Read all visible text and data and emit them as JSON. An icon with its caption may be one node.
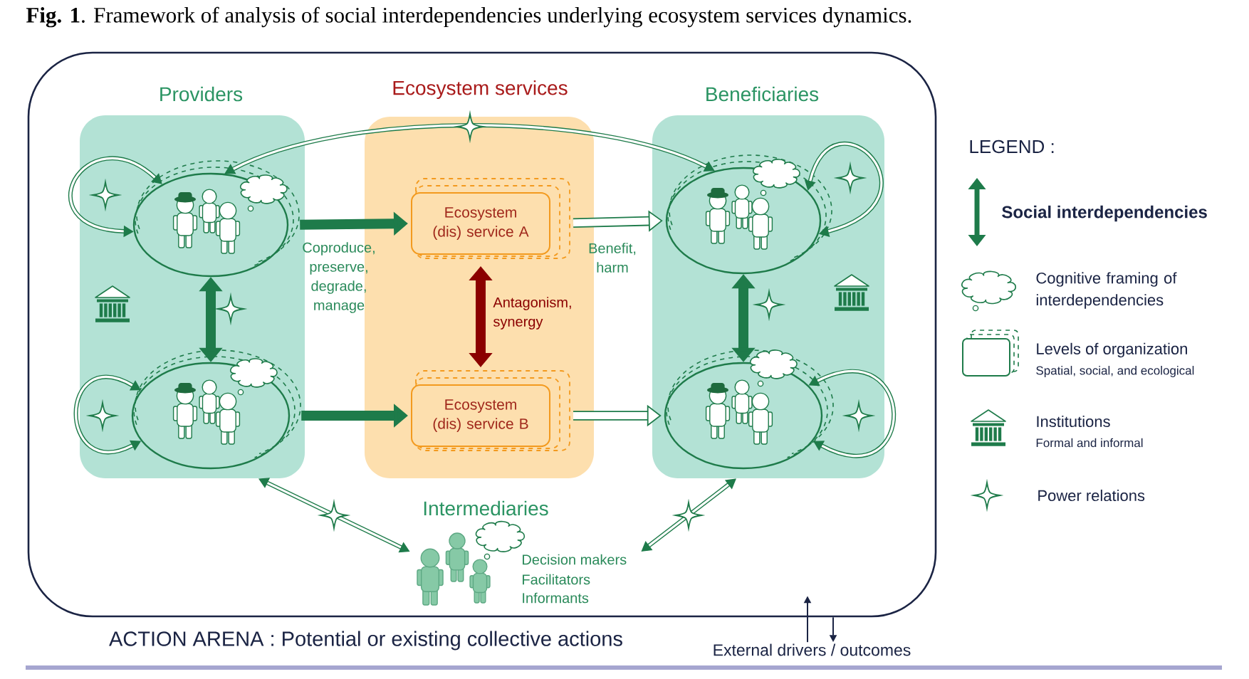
{
  "diagram": {
    "title": "**Fig. 1**. Framework of analysis of social interdependencies underlying ecosystem services dynamics.",
    "nodes": [
      {
        "text": [],
        "shape": "box"
      },
      {
        "text": [
          "Providers"
        ],
        "in": 0
      },
      {
        "text": [],
        "shape": "circle",
        "in": 1
      },
      {
        "text": [],
        "shape": "circle",
        "in": 1
      },
      {
        "text": [
          "Ecosystem services"
        ],
        "in": 0
      },
      {
        "text": [
          "Ecosystem (dis) service A"
        ],
        "in": 4
      },
      {
        "text": [
          "Ecosystem (dis) service B"
        ],
        "in": 4
      },
      {
        "text": [
          "Beneficiaries"
        ],
        "in": 0
      },
      {
        "text": [],
        "shape": "circle",
        "in": 7
      },
      {
        "text": [],
        "shape": "circle",
        "in": 7
      },
      {
        "text": [
          "Intermediaries",
          "Decision makers",
          "Facilitators",
          "Informants"
        ],
        "in": 0
      },
      {
        "text": [
          "External drivers / outcomes"
        ]
      }
    ],
    "edges": [
      {
        "from": 2,
        "to": 2,
        "arrow": "both"
      },
      {
        "from": 3,
        "to": 3,
        "arrow": "both"
      },
      {
        "from": 8,
        "to": 8,
        "arrow": "both"
      },
      {
        "from": 9,
        "to": 9,
        "arrow": "both"
      },
      {
        "from": 2,
        "to": 3,
        "arrow": "both",
        "style": "thick"
      },
      {
        "from": 8,
        "to": 9,
        "arrow": "both",
        "style": "thick"
      },
      {
        "from": 2,
        "to": 8,
        "arrow": "both"
      },
      {
        "from": 2,
        "to": 5,
        "arrow": "to",
        "style": "thick",
        "label": "Coproduce, preserve, degrade, manage"
      },
      {
        "from": 3,
        "to": 6,
        "arrow": "to",
        "style": "thick"
      },
      {
        "from": 5,
        "to": 8,
        "arrow": "to",
        "style": "thick",
        "label": "Benefit, harm"
      },
      {
        "from": 6,
        "to": 9,
        "arrow": "to",
        "style": "thick"
      },
      {
        "from": 5,
        "to": 6,
        "arrow": "both",
        "style": "thick",
        "color": "#8b0000",
        "label": "Antagonism, synergy"
      },
      {
        "from": 1,
        "to": 10,
        "arrow": "both"
      },
      {
        "from": 7,
        "to": 10,
        "arrow": "both"
      },
      {
        "from": 11,
        "to": 0,
        "arrow": "to",
        "color": "#1b2444"
      },
      {
        "from": 0,
        "to": 11,
        "arrow": "to",
        "color": "#1b2444"
      }
    ],
    "labels": [
      "LEGEND :",
      "Spatial, social, and ecological",
      "Formal and informal",
      "ACTION ARENA : Potential or existing collective actions"
    ],
    "legend": [
      {
        "text": "Social interdependencies"
      },
      {
        "text": "Cognitive framing of interdependencies"
      },
      {
        "text": "Levels of organization"
      },
      {
        "text": "Institutions"
      },
      {
        "text": "Power relations"
      }
    ]
  }
}
